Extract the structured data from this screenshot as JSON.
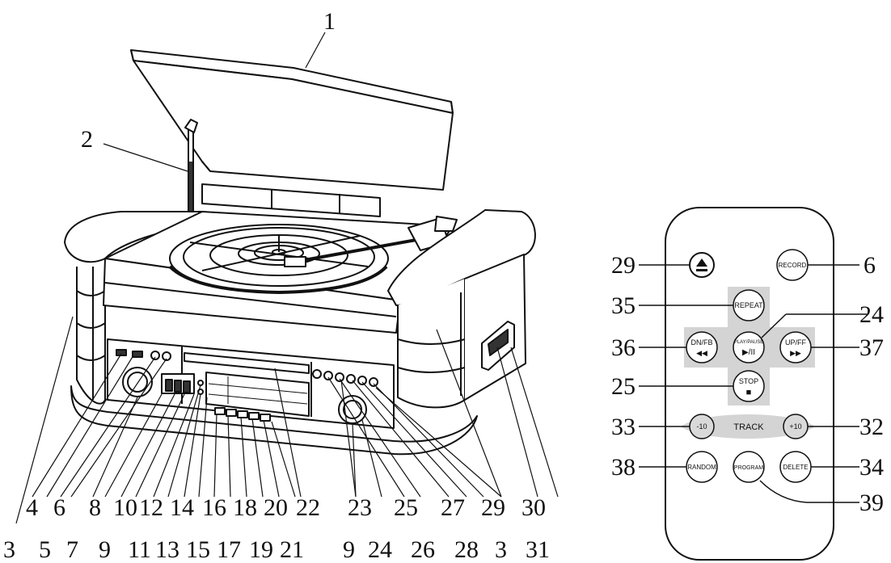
{
  "colors": {
    "ink": "#111111",
    "paper": "#ffffff",
    "button_fill": "#d9d9d9",
    "pad_fill": "#d4d4d4"
  },
  "unit_callouts": {
    "lid": "1",
    "lid_support": "2",
    "bottom_row_labels": [
      "3",
      "5",
      "7",
      "9",
      "11",
      "13",
      "15",
      "17",
      "19",
      "21",
      "9",
      "24",
      "26",
      "28",
      "3",
      "31"
    ],
    "upper_row_labels": [
      "4",
      "6",
      "8",
      "10",
      "12",
      "14",
      "16",
      "18",
      "20",
      "22",
      "23",
      "25",
      "27",
      "29",
      "30"
    ]
  },
  "remote": {
    "buttons": {
      "eject": {
        "icon": "eject-icon"
      },
      "record": {
        "label": "RECORD"
      },
      "repeat": {
        "label": "REPEAT"
      },
      "play_pause": {
        "label": "PLAY/PAUSE",
        "symbol": "▶/II"
      },
      "dn_fb": {
        "label": "DN/FB",
        "symbol": "◀◀"
      },
      "up_ff": {
        "label": "UP/FF",
        "symbol": "▶▶"
      },
      "stop": {
        "label": "STOP",
        "symbol": "■"
      },
      "minus10": {
        "label": "-10"
      },
      "track": {
        "label": "TRACK"
      },
      "plus10": {
        "label": "+10"
      },
      "random": {
        "label": "RANDOM"
      },
      "program": {
        "label": "PROGRAM"
      },
      "delete": {
        "label": "DELETE"
      }
    },
    "callouts": {
      "eject": "29",
      "record": "6",
      "repeat": "35",
      "play_pause": "24",
      "dn_fb": "36",
      "up_ff": "37",
      "stop": "25",
      "minus10": "33",
      "plus10": "32",
      "random": "38",
      "delete": "34",
      "program": "39"
    }
  }
}
